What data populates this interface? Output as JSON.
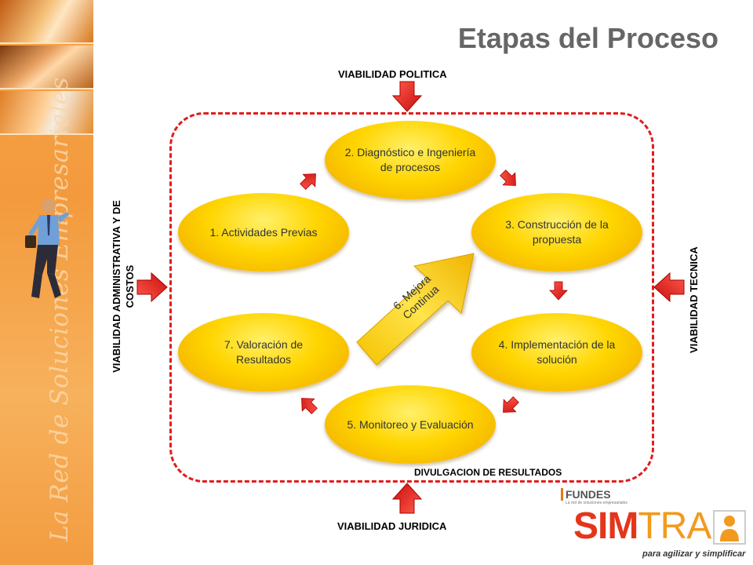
{
  "slide": {
    "title": "Etapas del Proceso",
    "watermark": "La Red de Soluciones Empresariales"
  },
  "external_factors": {
    "top": "VIABILIDAD POLITICA",
    "bottom": "VIABILIDAD JURIDICA",
    "left": "VIABILIDAD ADMINISTRATIVA Y DE COSTOS",
    "right": "VIABILIDAD TECNICA",
    "boundary_caption": "DIVULGACION DE RESULTADOS"
  },
  "stages": {
    "s1": "1. Actividades Previas",
    "s2": "2. Diagnóstico e Ingeniería de procesos",
    "s3": "3. Construcción de la propuesta",
    "s4": "4. Implementación de la solución",
    "s5": "5. Monitoreo y Evaluación",
    "s6": "6. Mejora Continua",
    "s7": "7. Valoración de Resultados"
  },
  "logo": {
    "partner": "FUNDES",
    "partner_sub": "La red de soluciones empresariales",
    "brand_part1": "SIM",
    "brand_part2": "TRA",
    "tagline": "para agilizar y simplificar"
  },
  "colors": {
    "stage_fill": "#ffd500",
    "arrow_red": "#e21c1c",
    "title_gray": "#666666",
    "strip_orange": "#f39a3d"
  }
}
